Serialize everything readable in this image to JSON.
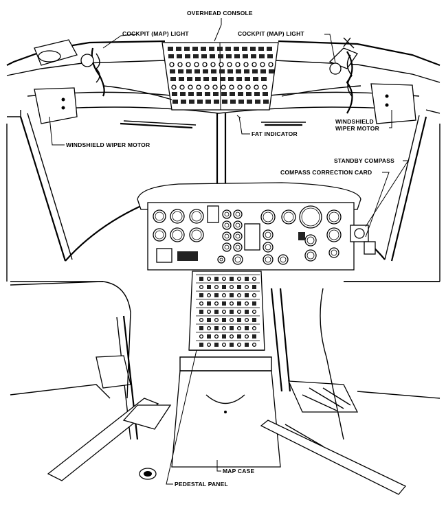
{
  "labels": {
    "overhead_console": "OVERHEAD CONSOLE",
    "cockpit_light_left": "COCKPIT (MAP) LIGHT",
    "cockpit_light_right": "COCKPIT (MAP) LIGHT",
    "fat_indicator": "FAT INDICATOR",
    "wiper_motor_left": "WINDSHIELD WIPER MOTOR",
    "wiper_motor_right_line1": "WINDSHIELD",
    "wiper_motor_right_line2": "WIPER MOTOR",
    "standby_compass": "STANDBY COMPASS",
    "compass_correction_card": "COMPASS CORRECTION CARD",
    "map_case": "MAP CASE",
    "pedestal_panel": "PEDESTAL PANEL"
  }
}
